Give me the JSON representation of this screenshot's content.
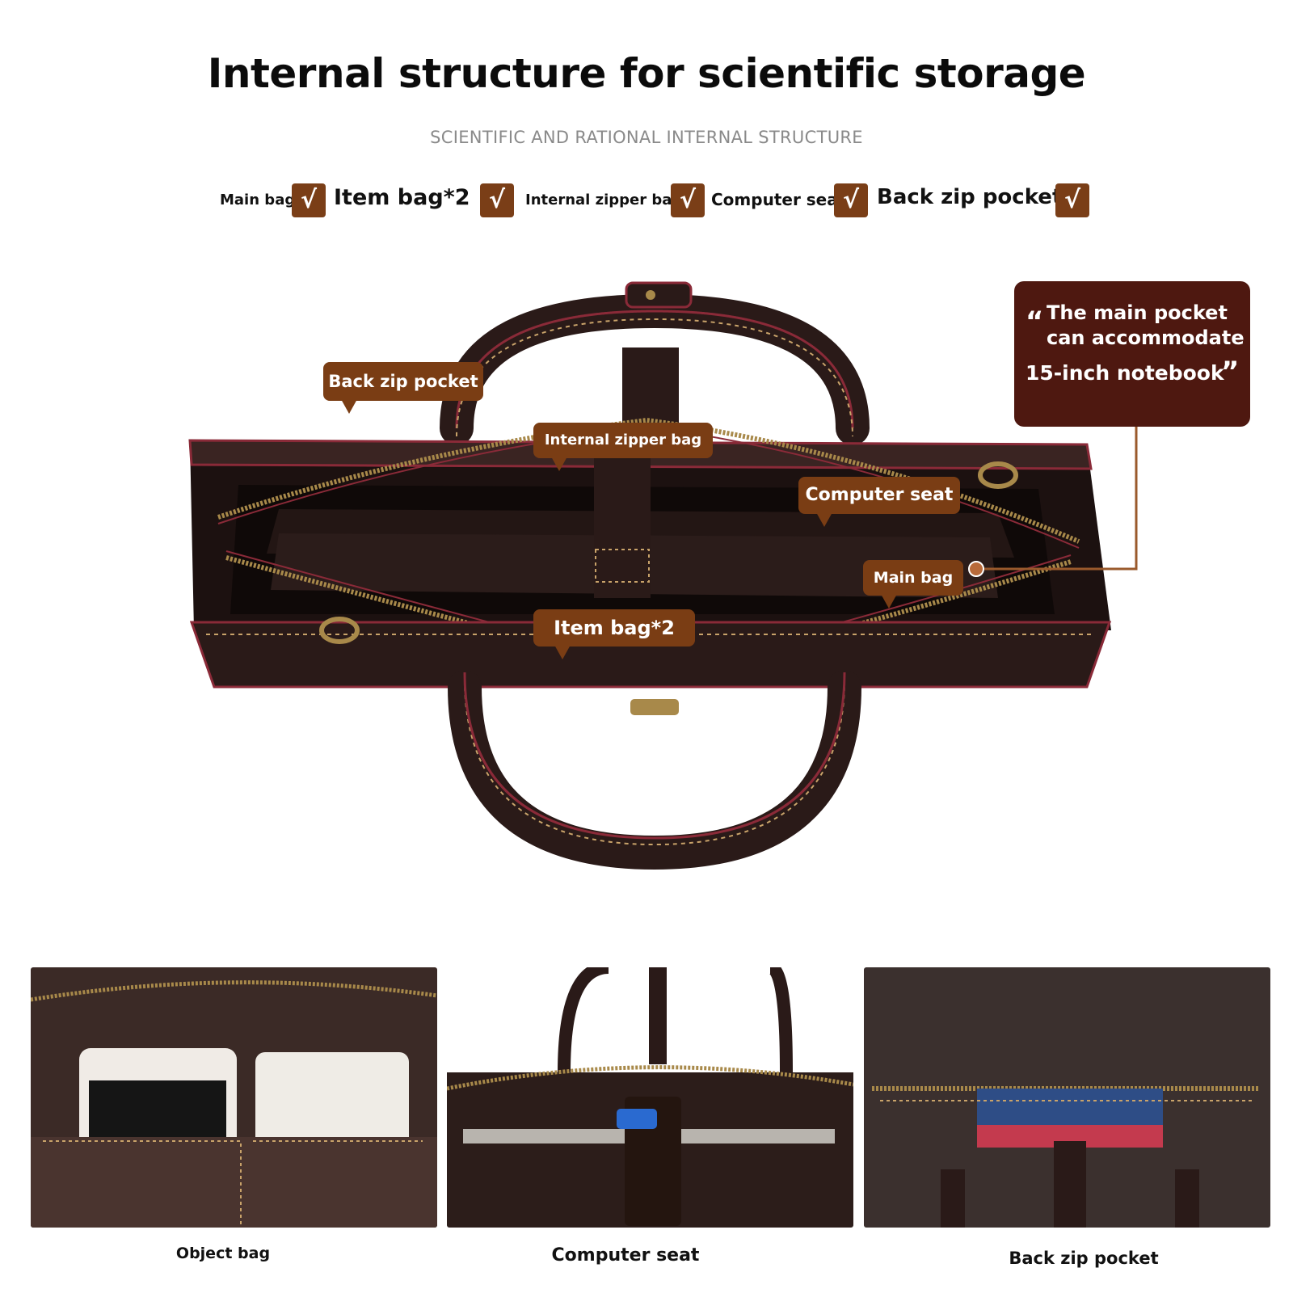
{
  "header": {
    "title": "Internal structure for scientific storage",
    "subtitle": "SCIENTIFIC AND RATIONAL INTERNAL STRUCTURE"
  },
  "features": [
    {
      "label": "Main bag"
    },
    {
      "label": "Item bag*2"
    },
    {
      "label": "Internal zipper bag"
    },
    {
      "label": "Computer seat"
    },
    {
      "label": "Back zip pocket"
    }
  ],
  "check_glyph": "√",
  "callouts": {
    "back_zip_pocket": "Back zip pocket",
    "internal_zipper_bag": "Internal zipper bag",
    "computer_seat": "Computer seat",
    "main_bag": "Main bag",
    "item_bag": "Item bag*2"
  },
  "info_box": {
    "open_quote": "“",
    "line1": "The main pocket",
    "line2": "can accommodate",
    "line3": "15-inch notebook",
    "close_quote": "”"
  },
  "captions": {
    "object_bag": "Object bag",
    "computer_seat": "Computer seat",
    "back_zip_pocket": "Back zip pocket"
  },
  "colors": {
    "accent_brown": "#7a3e17",
    "info_box_bg": "#4e1810",
    "leather_dark": "#2a1a18",
    "trim_red": "#8a2a38",
    "stitch": "#c9a36a",
    "zipper_gold": "#a8894a"
  }
}
